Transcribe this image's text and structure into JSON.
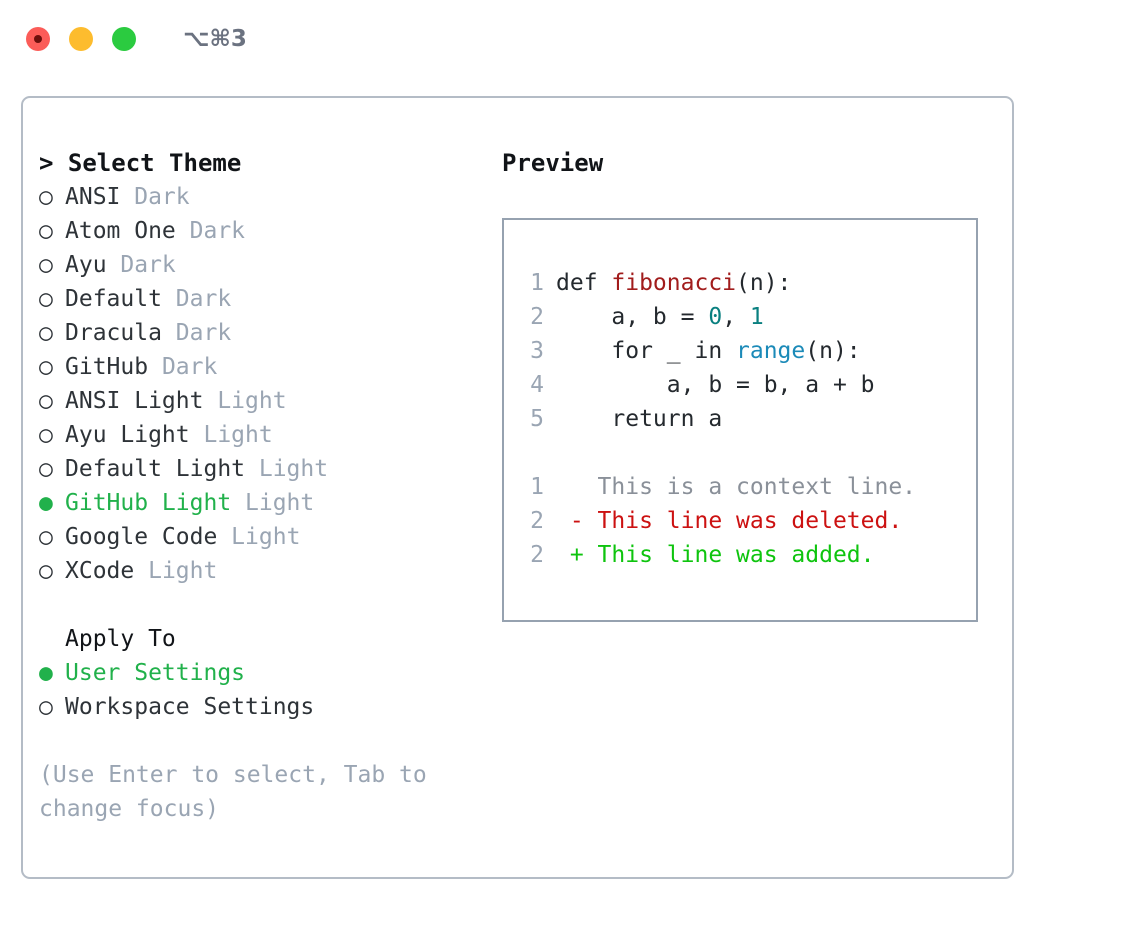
{
  "titlebar": {
    "shortcut": "⌥⌘3",
    "dots": [
      {
        "name": "close-button",
        "color": "#fb5c58"
      },
      {
        "name": "minimize-button",
        "color": "#fdbc2e"
      },
      {
        "name": "maximize-button",
        "color": "#2bcb40"
      }
    ]
  },
  "theme_panel": {
    "heading": "> Select Theme",
    "caret": ">",
    "heading_text": "Select Theme",
    "marker_selected": "●",
    "marker_unselected": "○",
    "items": [
      {
        "label": "ANSI",
        "suffix": "Dark",
        "selected": false
      },
      {
        "label": "Atom One",
        "suffix": "Dark",
        "selected": false
      },
      {
        "label": "Ayu",
        "suffix": "Dark",
        "selected": false
      },
      {
        "label": "Default",
        "suffix": "Dark",
        "selected": false
      },
      {
        "label": "Dracula",
        "suffix": "Dark",
        "selected": false
      },
      {
        "label": "GitHub",
        "suffix": "Dark",
        "selected": false
      },
      {
        "label": "ANSI Light",
        "suffix": "Light",
        "selected": false
      },
      {
        "label": "Ayu Light",
        "suffix": "Light",
        "selected": false
      },
      {
        "label": "Default Light",
        "suffix": "Light",
        "selected": false
      },
      {
        "label": "GitHub Light",
        "suffix": "Light",
        "selected": true
      },
      {
        "label": "Google Code",
        "suffix": "Light",
        "selected": false
      },
      {
        "label": "XCode",
        "suffix": "Light",
        "selected": false
      }
    ]
  },
  "apply_to": {
    "heading": "Apply To",
    "items": [
      {
        "label": "User Settings",
        "selected": true
      },
      {
        "label": "Workspace Settings",
        "selected": false
      }
    ]
  },
  "hint": {
    "line1": "(Use Enter to select, Tab to",
    "line2": "change focus)"
  },
  "preview": {
    "title": "Preview",
    "code_lines": [
      {
        "num": "1",
        "tokens": [
          {
            "t": "def ",
            "c": "kw"
          },
          {
            "t": "fibonacci",
            "c": "fn"
          },
          {
            "t": "(n):",
            "c": "plain"
          }
        ]
      },
      {
        "num": "2",
        "tokens": [
          {
            "t": "    a, b = ",
            "c": "plain"
          },
          {
            "t": "0",
            "c": "num"
          },
          {
            "t": ", ",
            "c": "plain"
          },
          {
            "t": "1",
            "c": "num"
          }
        ]
      },
      {
        "num": "3",
        "tokens": [
          {
            "t": "    for _ in ",
            "c": "plain"
          },
          {
            "t": "range",
            "c": "builtin"
          },
          {
            "t": "(n):",
            "c": "plain"
          }
        ]
      },
      {
        "num": "4",
        "tokens": [
          {
            "t": "        a, b = b, a + b",
            "c": "plain"
          }
        ]
      },
      {
        "num": "5",
        "tokens": [
          {
            "t": "    return a",
            "c": "plain"
          }
        ]
      }
    ],
    "diff_lines": [
      {
        "num": "1",
        "marker": " ",
        "text": " This is a context line.",
        "kind": "ctx"
      },
      {
        "num": "2",
        "marker": "-",
        "text": " This line was deleted.",
        "kind": "del"
      },
      {
        "num": "2",
        "marker": "+",
        "text": " This line was added.",
        "kind": "add"
      }
    ]
  },
  "colors": {
    "accent_green": "#21b14b",
    "muted": "#9aa5b3",
    "panel_border": "#b4bcc6",
    "preview_border": "#96a2b0",
    "code_fn": "#a11c1c",
    "code_num": "#0a8080",
    "code_builtin": "#1b8ab8",
    "diff_del": "#cc1111",
    "diff_add": "#0ec40e"
  }
}
